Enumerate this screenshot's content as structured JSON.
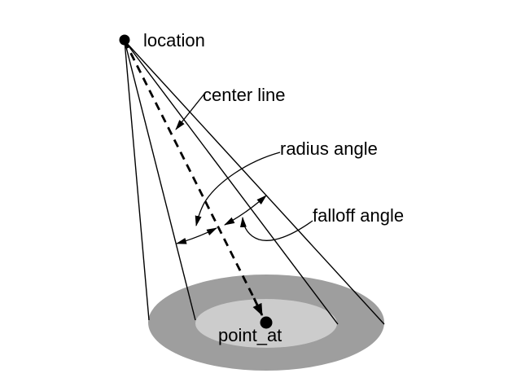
{
  "diagram": {
    "type": "spotlight-geometry",
    "labels": {
      "location": "location",
      "center_line": "center line",
      "radius_angle": "radius angle",
      "falloff_angle": "falloff angle",
      "point_at": "point_at"
    },
    "colors": {
      "stroke": "#000000",
      "outer_falloff_fill": "#9e9e9e",
      "inner_radius_fill": "#cccccc",
      "background": "#ffffff"
    }
  }
}
